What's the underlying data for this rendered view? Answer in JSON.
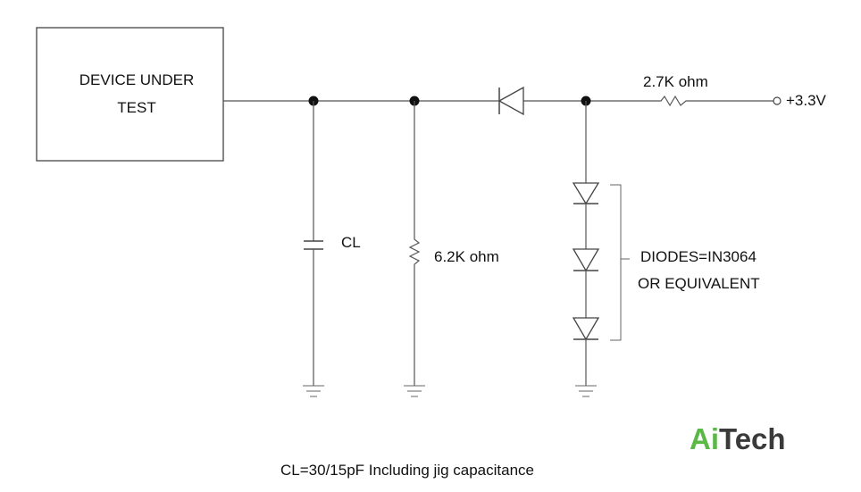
{
  "dut": {
    "line1": "DEVICE UNDER",
    "line2": "TEST"
  },
  "components": {
    "capacitor_label": "CL",
    "resistor_pulldown": "6.2K ohm",
    "resistor_pullup": "2.7K ohm",
    "supply": "+3.3V"
  },
  "diodes_note": {
    "line1": "DIODES=IN3064",
    "line2": "OR EQUIVALENT"
  },
  "footer": {
    "caption": "CL=30/15pF Including jig capacitance"
  },
  "logo": {
    "part1": "Ai",
    "part2": "Tech",
    "color_ai": "#5ab847",
    "color_tech": "#3a3a3a"
  }
}
